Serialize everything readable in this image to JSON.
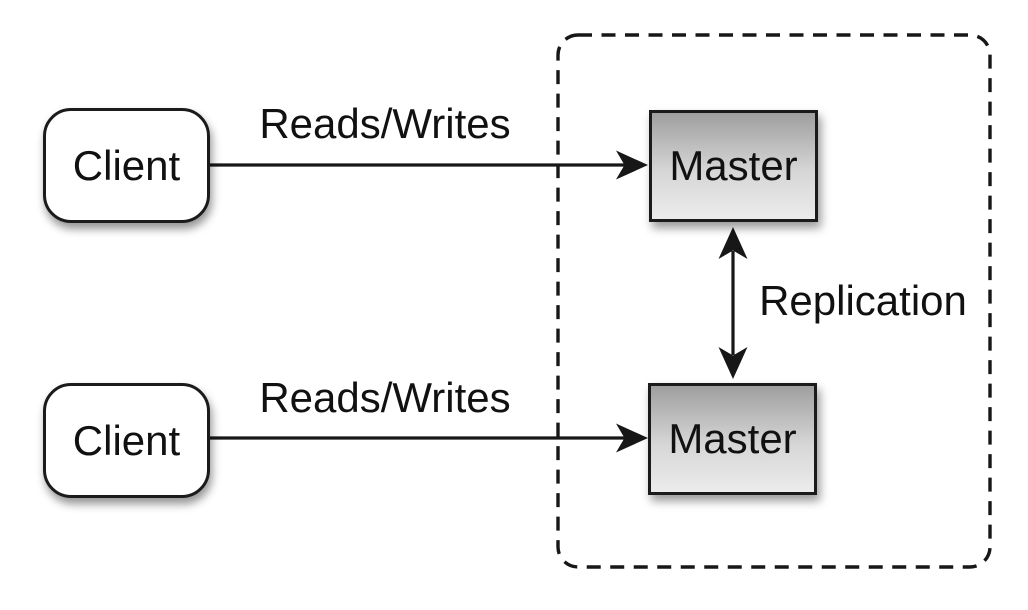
{
  "diagram": {
    "description": "Master-master replication architecture diagram",
    "cluster": {
      "name": "masters-group",
      "border_style": "dashed"
    },
    "nodes": {
      "client_top": {
        "label": "Client",
        "shape": "rounded-rect",
        "fill": "#ffffff"
      },
      "client_bottom": {
        "label": "Client",
        "shape": "rounded-rect",
        "fill": "#ffffff"
      },
      "master_top": {
        "label": "Master",
        "shape": "rect",
        "fill_gradient_top": "#9f9f9f",
        "fill_gradient_bottom": "#ececec"
      },
      "master_bottom": {
        "label": "Master",
        "shape": "rect",
        "fill_gradient_top": "#9f9f9f",
        "fill_gradient_bottom": "#ececec"
      }
    },
    "edges": {
      "reads_writes_top": {
        "label": "Reads/Writes",
        "from": "client_top",
        "to": "master_top",
        "direction": "one-way"
      },
      "reads_writes_bottom": {
        "label": "Reads/Writes",
        "from": "client_bottom",
        "to": "master_bottom",
        "direction": "one-way"
      },
      "replication": {
        "label": "Replication",
        "from": "master_top",
        "to": "master_bottom",
        "direction": "two-way"
      }
    },
    "colors": {
      "background": "#ffffff",
      "stroke": "#171717",
      "text": "#111111"
    }
  }
}
